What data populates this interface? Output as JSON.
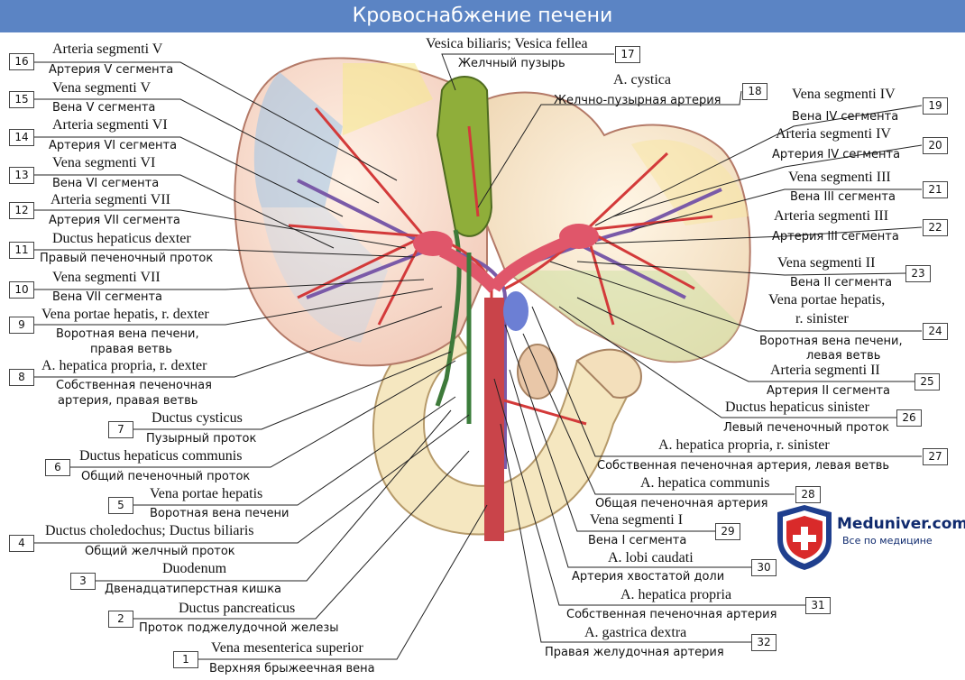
{
  "title": "Кровоснабжение печени",
  "brand": {
    "name": "Meduniver.com",
    "tagline": "Все по медицине"
  },
  "labels": [
    {
      "num": "1",
      "latin": "Vena mesenterica superior",
      "russian": "Верхняя брыжеечная вена"
    },
    {
      "num": "2",
      "latin": "Ductus pancreaticus",
      "russian": "Проток поджелудочной железы"
    },
    {
      "num": "3",
      "latin": "Duodenum",
      "russian": "Двенадцатиперстная кишка"
    },
    {
      "num": "4",
      "latin": "Ductus choledochus; Ductus biliaris",
      "russian": "Общий желчный проток"
    },
    {
      "num": "5",
      "latin": "Vena portae hepatis",
      "russian": "Воротная вена печени"
    },
    {
      "num": "6",
      "latin": "Ductus hepaticus communis",
      "russian": "Общий печеночный проток"
    },
    {
      "num": "7",
      "latin": "Ductus cysticus",
      "russian": "Пузырный проток"
    },
    {
      "num": "8",
      "latin": "A. hepatica propria, r. dexter",
      "russian": "Собственная печеночная",
      "russian2": "артерия, правая ветвь"
    },
    {
      "num": "9",
      "latin": "Vena portae hepatis, r. dexter",
      "russian": "Воротная вена печени,",
      "russian2": "правая ветвь"
    },
    {
      "num": "10",
      "latin": "Vena segmenti VII",
      "russian": "Вена VII сегмента"
    },
    {
      "num": "11",
      "latin": "Ductus hepaticus dexter",
      "russian": "Правый печеночный проток"
    },
    {
      "num": "12",
      "latin": "Arteria segmenti VII",
      "russian": "Артерия VII сегмента"
    },
    {
      "num": "13",
      "latin": "Vena segmenti VI",
      "russian": "Вена VI сегмента"
    },
    {
      "num": "14",
      "latin": "Arteria segmenti VI",
      "russian": "Артерия VI сегмента"
    },
    {
      "num": "15",
      "latin": "Vena segmenti V",
      "russian": "Вена V сегмента"
    },
    {
      "num": "16",
      "latin": "Arteria segmenti V",
      "russian": "Артерия V сегмента"
    },
    {
      "num": "17",
      "latin": "Vesica biliaris; Vesica fellea",
      "russian": "Желчный пузырь"
    },
    {
      "num": "18",
      "latin": "A. cystica",
      "russian": "Желчно-пузырная артерия"
    },
    {
      "num": "19",
      "latin": "Vena segmenti IV",
      "russian": "Вена IV сегмента"
    },
    {
      "num": "20",
      "latin": "Arteria segmenti IV",
      "russian": "Артерия IV сегмента"
    },
    {
      "num": "21",
      "latin": "Vena segmenti III",
      "russian": "Вена III сегмента"
    },
    {
      "num": "22",
      "latin": "Arteria segmenti III",
      "russian": "Артерия III сегмента"
    },
    {
      "num": "23",
      "latin": "Vena segmenti II",
      "russian": "Вена II сегмента"
    },
    {
      "num": "24",
      "latin": "Vena portae hepatis,",
      "latin2": "r. sinister",
      "russian": "Воротная вена печени,",
      "russian2": "левая ветвь"
    },
    {
      "num": "25",
      "latin": "Arteria segmenti II",
      "russian": "Артерия II сегмента"
    },
    {
      "num": "26",
      "latin": "Ductus hepaticus sinister",
      "russian": "Левый печеночный проток"
    },
    {
      "num": "27",
      "latin": "A. hepatica propria, r. sinister",
      "russian": "Собственная печеночная артерия, левая ветвь"
    },
    {
      "num": "28",
      "latin": "A. hepatica communis",
      "russian": "Общая печеночная артерия"
    },
    {
      "num": "29",
      "latin": "Vena segmenti I",
      "russian": "Вена I сегмента"
    },
    {
      "num": "30",
      "latin": "A. lobi caudati",
      "russian": "Артерия хвостатой доли"
    },
    {
      "num": "31",
      "latin": "A. hepatica propria",
      "russian": "Собственная печеночная артерия"
    },
    {
      "num": "32",
      "latin": "A. gastrica dextra",
      "russian": "Правая желудочная артерия"
    }
  ]
}
